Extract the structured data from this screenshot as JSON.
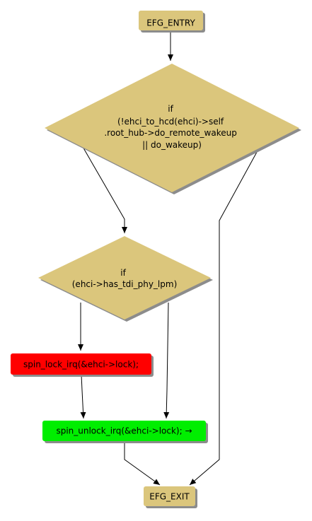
{
  "nodes": {
    "entry": {
      "label": "EFG_ENTRY"
    },
    "cond1": {
      "lines": [
        "if",
        "(!ehci_to_hcd(ehci)->self",
        ".root_hub->do_remote_wakeup",
        "|| do_wakeup)"
      ]
    },
    "cond2": {
      "lines": [
        "if",
        "(ehci->has_tdi_phy_lpm)"
      ]
    },
    "lock": {
      "label": "spin_lock_irq(&ehci->lock);"
    },
    "unlock": {
      "label": "spin_unlock_irq(&ehci->lock); →"
    },
    "exit": {
      "label": "EFG_EXIT"
    }
  },
  "colors": {
    "terminal_fill": "#dbc67c",
    "decision_fill": "#dbc67c",
    "lock_fill": "#ff0000",
    "unlock_fill": "#00ee00",
    "shadow": "#8c8c8c",
    "edge": "#000000"
  }
}
